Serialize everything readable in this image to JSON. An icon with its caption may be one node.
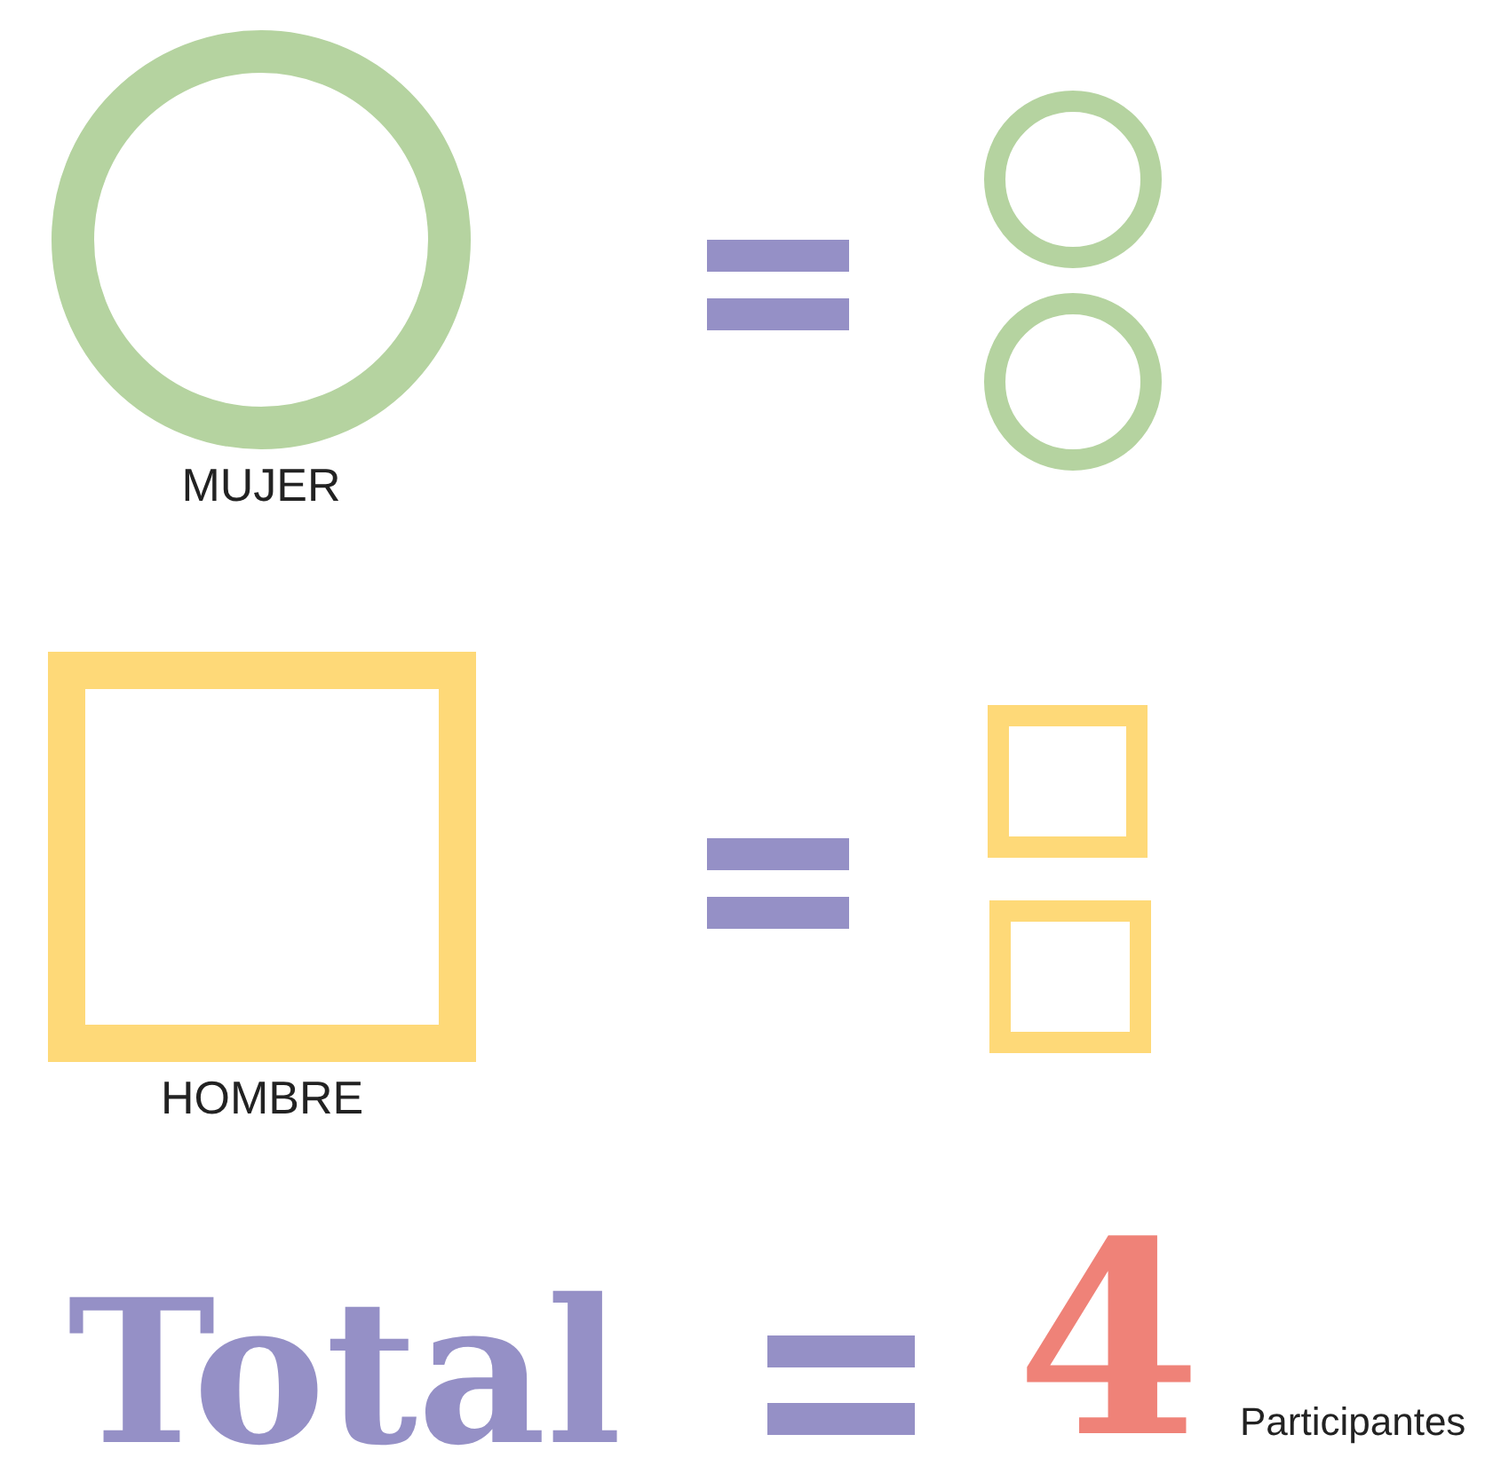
{
  "diagram": {
    "nodes": [
      {
        "text": [
          "MUJER"
        ]
      },
      {
        "text": [],
        "shape": "circle"
      },
      {
        "text": [],
        "shape": "circle"
      },
      {
        "text": [
          "HOMBRE"
        ]
      },
      {
        "text": [],
        "shape": "box"
      },
      {
        "text": [],
        "shape": "box"
      }
    ],
    "labels": [
      "Total",
      "4",
      "Participantes"
    ]
  }
}
